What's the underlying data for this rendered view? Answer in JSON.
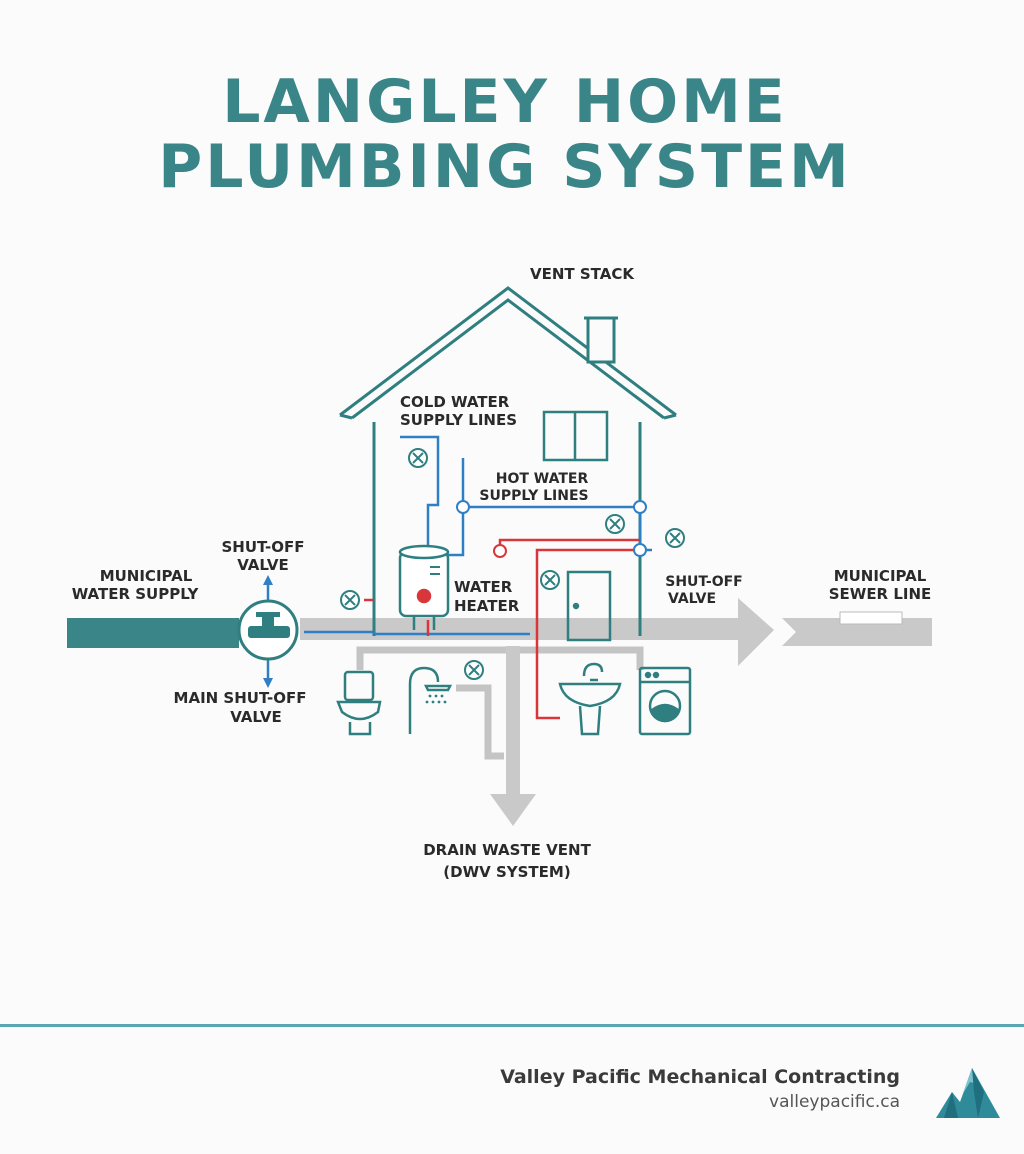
{
  "title": {
    "line1": "LANGLEY HOME",
    "line2": "PLUMBING SYSTEM"
  },
  "labels": {
    "vent_stack": "VENT STACK",
    "cold_water_1": "COLD WATER",
    "cold_water_2": "SUPPLY LINES",
    "hot_water_1": "HOT WATER",
    "hot_water_2": "SUPPLY LINES",
    "shutoff_left_1": "SHUT-OFF",
    "shutoff_left_2": "VALVE",
    "municipal_water_1": "MUNICIPAL",
    "municipal_water_2": "WATER SUPPLY",
    "water_heater_1": "WATER",
    "water_heater_2": "HEATER",
    "shutoff_right_1": "SHUT-OFF",
    "shutoff_right_2": "VALVE",
    "sewer_1": "MUNICIPAL",
    "sewer_2": "SEWER LINE",
    "main_shutoff_1": "MAIN SHUT-OFF",
    "main_shutoff_2": "VALVE",
    "dwv_1": "DRAIN WASTE VENT",
    "dwv_2": "(DWV SYSTEM)"
  },
  "footer": {
    "company": "Valley Pacific Mechanical Contracting",
    "url": "valleypacific.ca"
  },
  "colors": {
    "teal": "#3a8588",
    "outline": "#2f7f80",
    "cold": "#2f7fc4",
    "hot": "#d9363b",
    "drain": "#c4c4c4",
    "text": "#2a2a2a"
  },
  "icons": [
    "valve-icon",
    "toilet-icon",
    "shower-icon",
    "sink-icon",
    "washing-machine-icon",
    "door-icon",
    "window-icon",
    "water-heater-icon",
    "mountain-logo-icon"
  ]
}
